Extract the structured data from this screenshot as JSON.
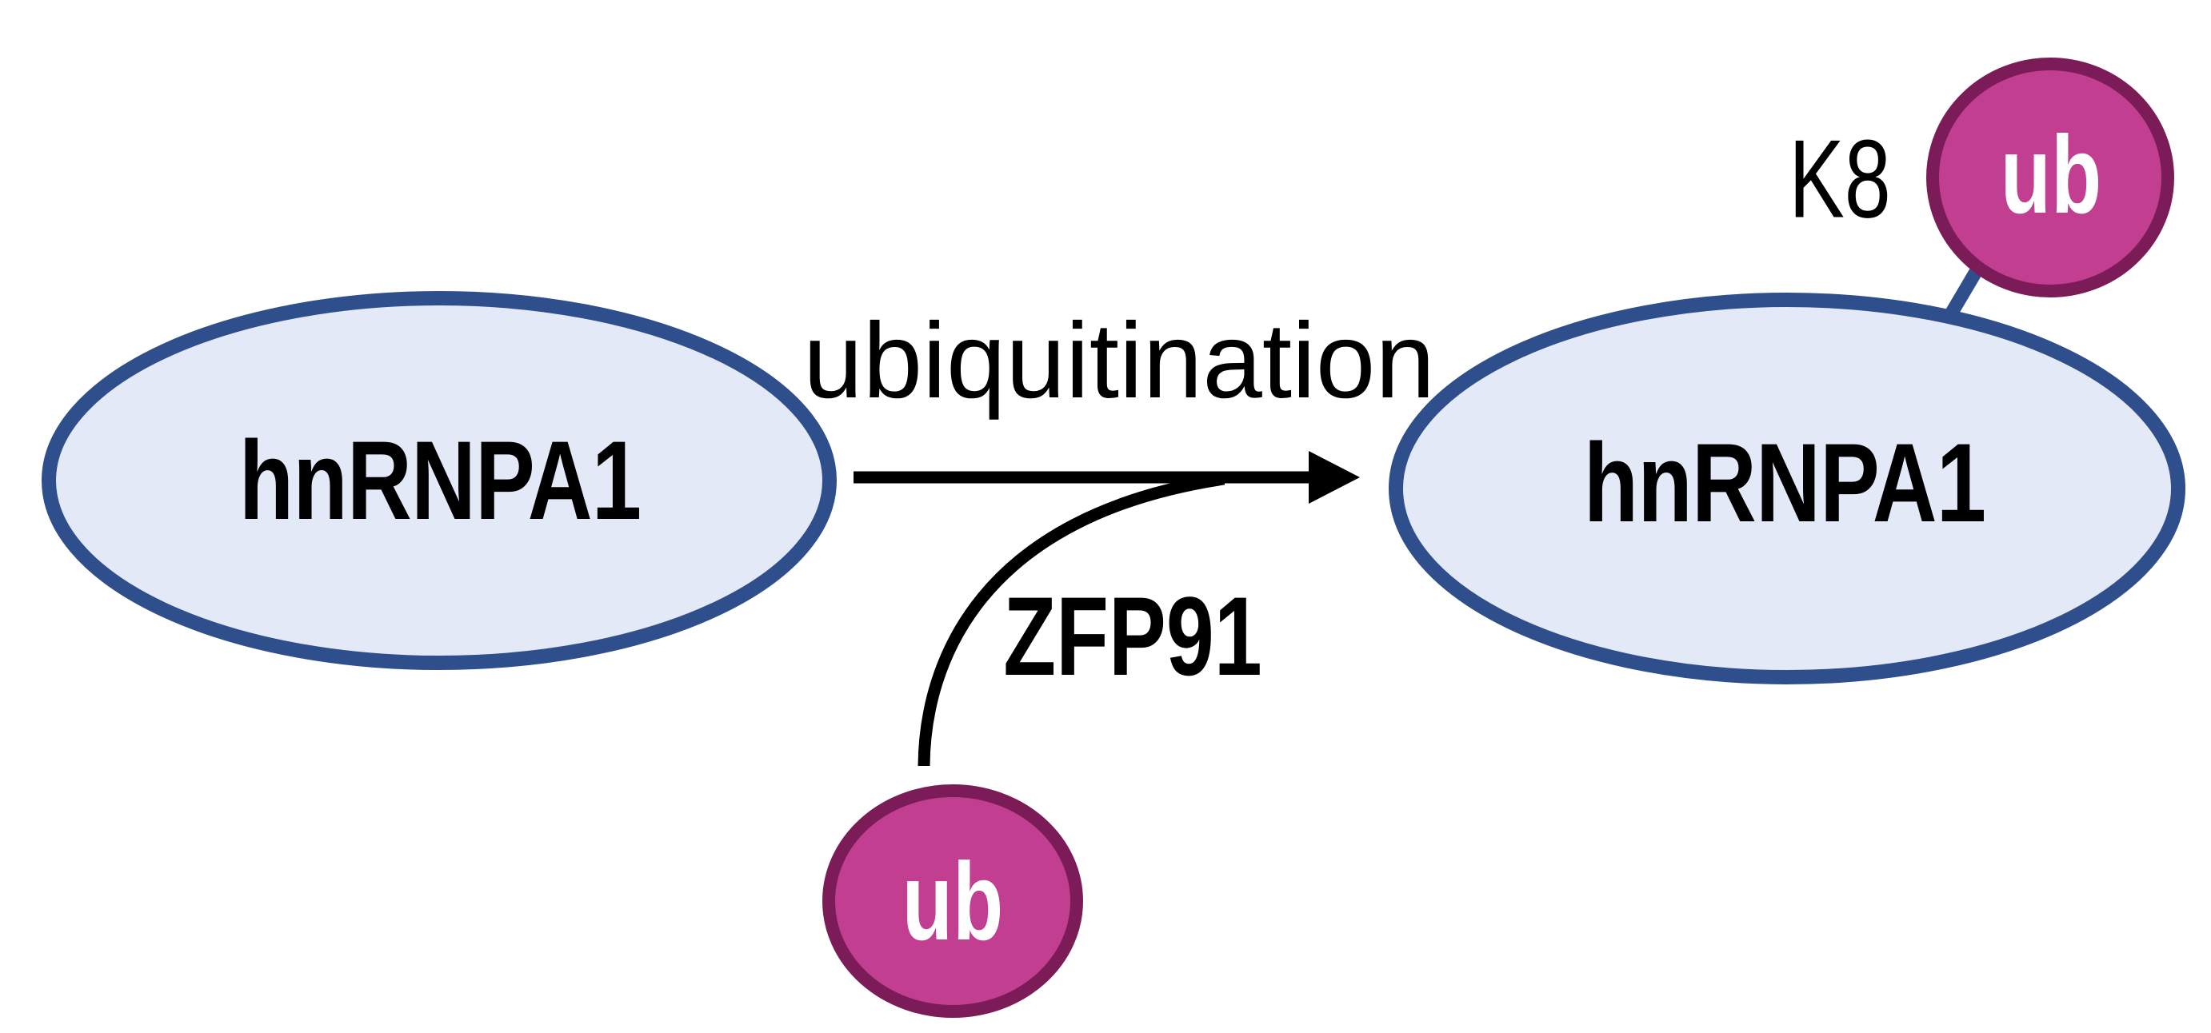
{
  "diagram": {
    "background": "#FFFFFF",
    "colors": {
      "protein_fill": "#E4E9F8",
      "protein_border": "#2F4F8C",
      "ubiquitin_fill": "#C13E90",
      "ubiquitin_border": "#7B1B58",
      "arrow_color": "#000000",
      "text_color": "#000000",
      "ubiquitin_text_color": "#FFFFFF"
    },
    "nodes": {
      "left_protein": {
        "label": "hnRNPA1"
      },
      "right_protein": {
        "label": "hnRNPA1"
      },
      "free_ubiquitin": {
        "label": "ub"
      },
      "attached_ubiquitin": {
        "label": "ub"
      }
    },
    "annotations": {
      "reaction": "ubiquitination",
      "enzyme": "ZFP91",
      "residue": "K8"
    }
  }
}
